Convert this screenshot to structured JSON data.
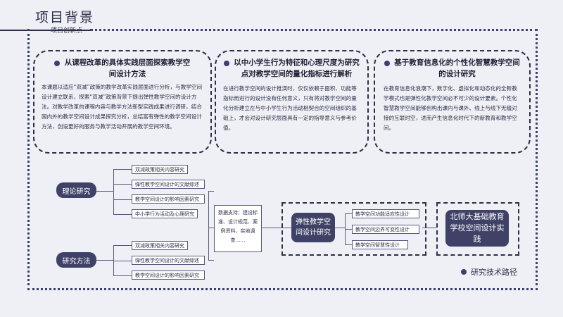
{
  "header": {
    "title": "项目背景",
    "subtitle": "项目创新点"
  },
  "cards": [
    {
      "title": "从课程改革的具体实践层面探索教学空间设计方法",
      "body": "本课题以适应“双减”政策的教学改革实践层面进行分析，与教学空间设计建立联系，探索“双减”政策背景下提出弹性教学空间的设计方法。对教学改革的课程内容与教学方法新型实践成果进行调研，结合国内外的教学空间设计成果探究分析，总结富有弹性的教学空间设计方法，创设更好的服务与教学活动开展的教学空间环境。"
    },
    {
      "title": "以中小学生行为特征和心理尺度为研究点对教学空间的量化指标进行解析",
      "body": "在进行教学空间的设计推演时，仅仅依赖于面积、功能等指标而进行的设计没有任何意义，只有将对教学空间的量化分析建立在与中小学生行为活动相契合的空间组织的基础上，才会对设计研究层面具有一定的指导意义与参考价值。"
    },
    {
      "title": "基于教育信息化的个性化智慧教学空间的设计研究",
      "body": "在教育信息化浪潮下，数字化、虚拟化和动态化的全新教学模式也是弹性化教学空间必不可少的设计要素。个性化智慧教学空间能够创构出课内与课外、线上与线下无缝对接的互联时空，进而产生信息化时代下的新教育和教学空间。"
    }
  ],
  "diagram": {
    "theory": {
      "label": "理论研究",
      "items": [
        "双减政策相关内容研究",
        "弹性教学空间设计的文献综述",
        "教学空间设计的影响因素研究",
        "中小学行为活动及心理研究"
      ]
    },
    "method": {
      "label": "研究方法",
      "items": [
        "双减政策相关内容研究",
        "弹性教学空间设计的文献综述",
        "教学空间设计的影响因素研究"
      ]
    },
    "support": "数据支持：建设标准、设计规范、案例资料、实地调查……",
    "core": "弹性教学空间设计研究",
    "core_items": [
      "教学空间功能适应性设计",
      "教学空间边界可变性设计",
      "教学空间智慧性设计"
    ],
    "result": "北师大基础教育学校空间设计实践"
  },
  "footer": {
    "label": "研究技术路径"
  }
}
